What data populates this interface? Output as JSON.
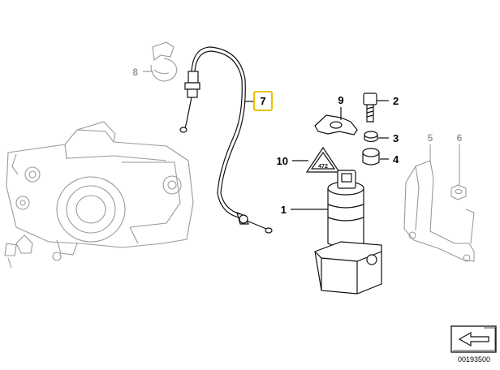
{
  "callouts": {
    "c1": "1",
    "c2": "2",
    "c3": "3",
    "c4": "4",
    "c5": "5",
    "c6": "6",
    "c7": "7",
    "c8": "8",
    "c9": "9",
    "c10": "10"
  },
  "warning_label_text": "472",
  "doc_number": "00193500",
  "colors": {
    "highlight_box": "#e8c200",
    "ghost_parts": "#9a9a9a",
    "ink": "#111111"
  },
  "icons": {
    "nav_arrow": "arrow-corner-icon"
  }
}
